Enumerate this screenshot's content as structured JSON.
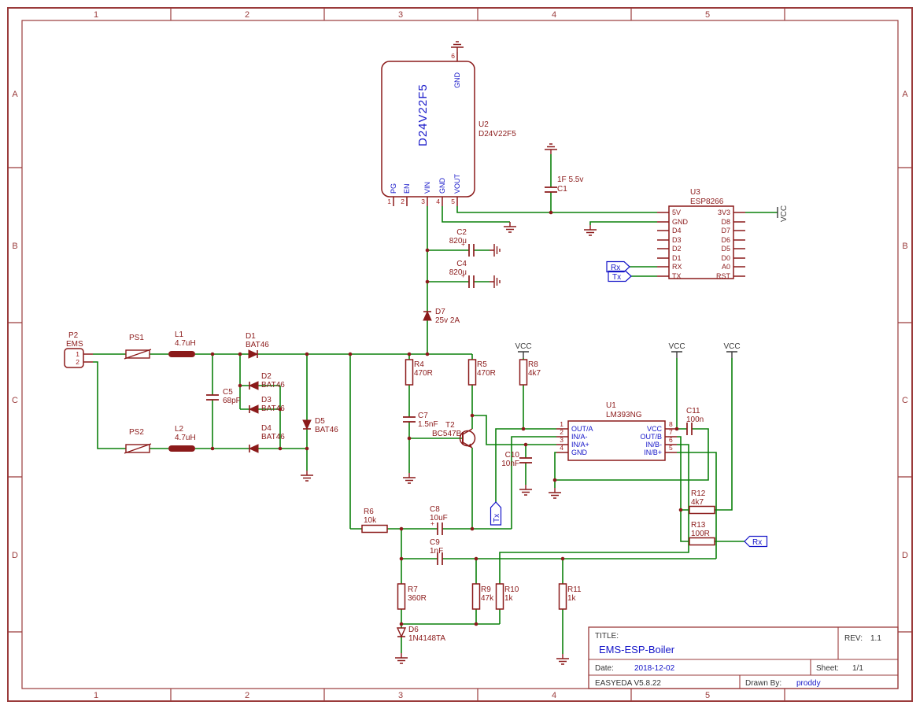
{
  "frame": {
    "columns": [
      "1",
      "2",
      "3",
      "4",
      "5"
    ],
    "rows": [
      "A",
      "B",
      "C",
      "D"
    ]
  },
  "title_block": {
    "title_label": "TITLE:",
    "title": "EMS-ESP-Boiler",
    "rev_label": "REV:",
    "rev": "1.1",
    "date_label": "Date:",
    "date": "2018-12-02",
    "sheet_label": "Sheet:",
    "sheet": "1/1",
    "tool_version": "EASYEDA V5.8.22",
    "drawn_by_label": "Drawn By:",
    "drawn_by": "proddy"
  },
  "power": {
    "vcc": "VCC"
  },
  "flags": {
    "rx": "Rx",
    "tx": "Tx"
  },
  "plus": "+",
  "components": {
    "p2": {
      "ref": "P2",
      "value": "EMS",
      "pin1": "1",
      "pin2": "2"
    },
    "ps1": {
      "ref": "PS1"
    },
    "ps2": {
      "ref": "PS2"
    },
    "l1": {
      "ref": "L1",
      "value": "4.7uH"
    },
    "l2": {
      "ref": "L2",
      "value": "4.7uH"
    },
    "d1": {
      "ref": "D1",
      "value": "BAT46"
    },
    "d2": {
      "ref": "D2",
      "value": "BAT46"
    },
    "d3": {
      "ref": "D3",
      "value": "BAT46"
    },
    "d4": {
      "ref": "D4",
      "value": "BAT46"
    },
    "d5": {
      "ref": "D5",
      "value": "BAT46"
    },
    "d6": {
      "ref": "D6",
      "value": "1N4148TA"
    },
    "d7": {
      "ref": "D7",
      "value": "25v 2A"
    },
    "c1": {
      "ref": "C1",
      "value": "1F 5.5v"
    },
    "c2": {
      "ref": "C2",
      "value": "820u"
    },
    "c4": {
      "ref": "C4",
      "value": "820u"
    },
    "c5": {
      "ref": "C5",
      "value": "68pF"
    },
    "c7": {
      "ref": "C7",
      "value": "1.5nF"
    },
    "c8": {
      "ref": "C8",
      "value": "10uF"
    },
    "c9": {
      "ref": "C9",
      "value": "1nF"
    },
    "c10": {
      "ref": "C10",
      "value": "10nF"
    },
    "c11": {
      "ref": "C11",
      "value": "100n"
    },
    "r4": {
      "ref": "R4",
      "value": "470R"
    },
    "r5": {
      "ref": "R5",
      "value": "470R"
    },
    "r6": {
      "ref": "R6",
      "value": "10k"
    },
    "r7": {
      "ref": "R7",
      "value": "360R"
    },
    "r8": {
      "ref": "R8",
      "value": "4k7"
    },
    "r9": {
      "ref": "R9",
      "value": "47k"
    },
    "r10": {
      "ref": "R10",
      "value": "1k"
    },
    "r11": {
      "ref": "R11",
      "value": "1k"
    },
    "r12": {
      "ref": "R12",
      "value": "4k7"
    },
    "r13": {
      "ref": "R13",
      "value": "100R"
    },
    "t2": {
      "ref": "T2",
      "value": "BC547B"
    },
    "u1": {
      "ref": "U1",
      "value": "LM393NG",
      "left_pins": [
        {
          "num": "1",
          "name": "OUT/A"
        },
        {
          "num": "2",
          "name": "IN/A-"
        },
        {
          "num": "3",
          "name": "IN/A+"
        },
        {
          "num": "4",
          "name": "GND"
        }
      ],
      "right_pins": [
        {
          "num": "8",
          "name": "VCC"
        },
        {
          "num": "7",
          "name": "OUT/B"
        },
        {
          "num": "6",
          "name": "IN/B-"
        },
        {
          "num": "5",
          "name": "IN/B+"
        }
      ]
    },
    "u2": {
      "ref": "U2",
      "value": "D24V22F5",
      "big_label": "D24V22F5",
      "bottom_pins": [
        {
          "num": "1",
          "name": "PG"
        },
        {
          "num": "2",
          "name": "EN"
        },
        {
          "num": "3",
          "name": "VIN"
        },
        {
          "num": "4",
          "name": "GND"
        },
        {
          "num": "5",
          "name": "VOUT"
        }
      ],
      "top_pin": {
        "num": "6",
        "name": "GND"
      }
    },
    "u3": {
      "ref": "U3",
      "value": "ESP8266",
      "left_pins": [
        "5V",
        "GND",
        "D4",
        "D3",
        "D2",
        "D1",
        "RX",
        "TX"
      ],
      "right_pins": [
        "3V3",
        "D8",
        "D7",
        "D6",
        "D5",
        "D0",
        "A0",
        "RST"
      ]
    }
  },
  "colors": {
    "wire": "#0c800c",
    "component": "#8b1a1a",
    "blue_text": "#1414c8",
    "frame": "#9a3b3b"
  }
}
